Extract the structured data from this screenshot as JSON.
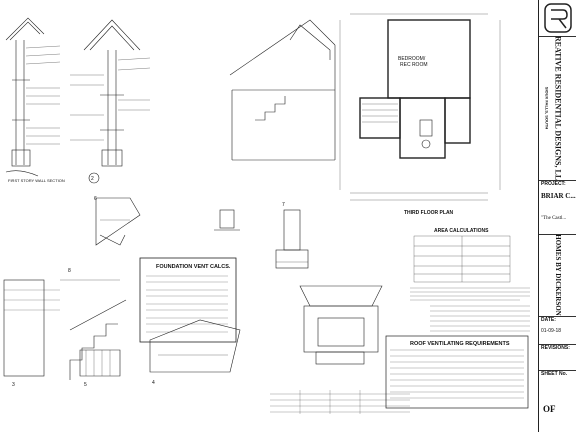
{
  "sheet": {
    "title_block": {
      "company": "CREATIVE RESIDENTIAL DESIGNS, LLC",
      "location": "SIOUX FALLS, SOUTH",
      "project_label": "PROJECT:",
      "project_name": "BRIAR C... LOT",
      "project_sub": "\"The Castl...",
      "client": "HOMES BY DICKERSON",
      "date_label": "DATE:",
      "date_value": "01-09-18",
      "revisions_label": "REVISIONS:",
      "sheet_label": "SHEET No.",
      "sheet_of": "OF"
    },
    "labels": {
      "bedroom": "BEDROOM/",
      "rec_room": "REC ROOM",
      "third_floor_plan": "THIRD FLOOR PLAN",
      "area_calculations": "AREA CALCULATIONS",
      "foundation_vent_calcs": "FOUNDATION VENT CALCS.",
      "roof_venting": "ROOF VENTILATING REQUIREMENTS",
      "sect_first": "FIRST STORY WALL SECTION",
      "sect_2": "2",
      "sect_6": "6",
      "sect_7": "7",
      "sect_8": "8",
      "sect_5": "5",
      "sect_4": "4",
      "sect_3": "3"
    }
  }
}
